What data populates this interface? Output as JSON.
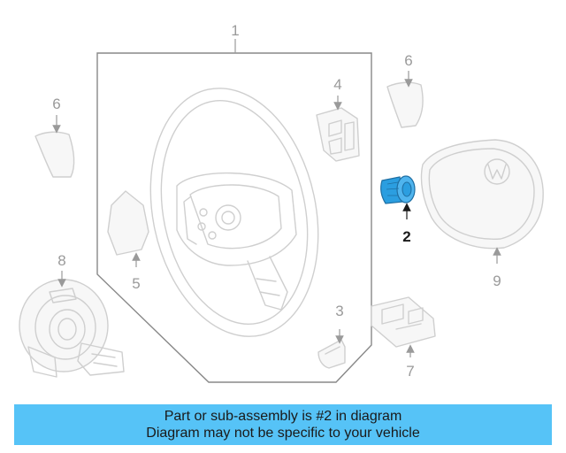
{
  "diagram": {
    "callouts": {
      "c1": "1",
      "c2": "2",
      "c3": "3",
      "c4": "4",
      "c5": "5",
      "c6a": "6",
      "c6b": "6",
      "c7": "7",
      "c8": "8",
      "c9": "9"
    },
    "highlight_color": "#2b9ee0",
    "line_color": "#cfcfcf"
  },
  "banner": {
    "line1": "Part or sub-assembly is #2 in diagram",
    "line2": "Diagram may not be specific to your vehicle",
    "background": "#56c3f7"
  }
}
